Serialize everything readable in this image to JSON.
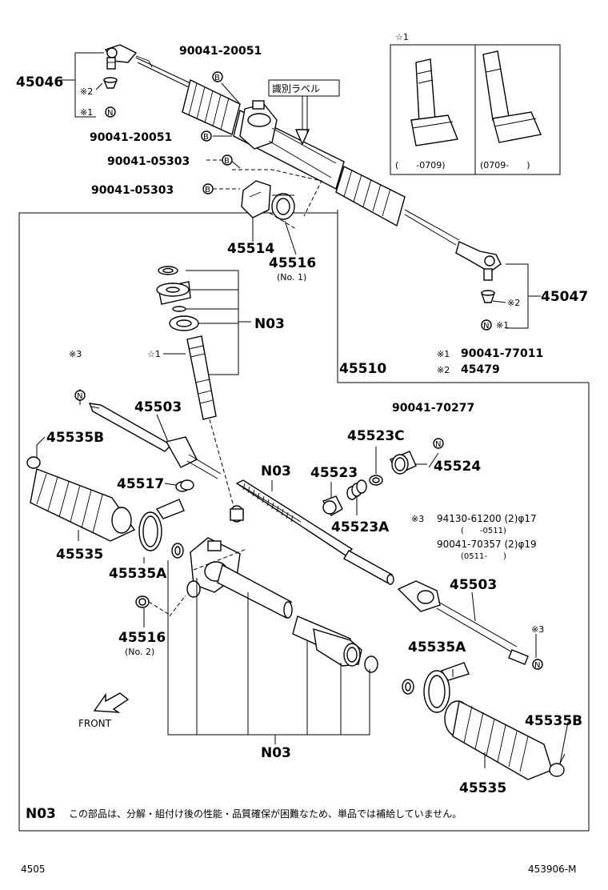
{
  "parts": {
    "p45046": "45046",
    "p45047": "45047",
    "p45510": "45510",
    "p45514": "45514",
    "p45516_top": "45516",
    "p45516_top_note": "(No. 1)",
    "p45516_bottom": "45516",
    "p45516_bottom_note": "(No. 2)",
    "p45503_left": "45503",
    "p45503_right": "45503",
    "p45535b_left": "45535B",
    "p45535b_right": "45535B",
    "p45535_left": "45535",
    "p45535_right": "45535",
    "p45535a_left": "45535A",
    "p45535a_right": "45535A",
    "p45517": "45517",
    "p45523": "45523",
    "p45523a": "45523A",
    "p45523c": "45523C",
    "p45524": "45524",
    "n03_upper": "N03",
    "n03_middle": "N03",
    "n03_bottom": "N03",
    "bolt_20051_a": "90041-20051",
    "bolt_20051_b": "90041-20051",
    "bolt_05303_a": "90041-05303",
    "bolt_05303_b": "90041-05303",
    "bolt_70277": "90041-70277"
  },
  "markers": {
    "b": "B",
    "n": "N",
    "ref1": "※1",
    "ref2": "※2",
    "ref3": "※3",
    "star1": "☆1"
  },
  "identification_label": "識別ラベル",
  "inset": {
    "title": "☆1",
    "left_range": "(　　-0709)",
    "right_range": "(0709-　　)"
  },
  "legend": {
    "item1_mark": "※1",
    "item1_part": "90041-77011",
    "item2_mark": "※2",
    "item2_part": "45479",
    "item3_mark": "※3",
    "item3_line1": "94130-61200 (2)φ17",
    "item3_line1_range": "(　　-0511)",
    "item3_line2": "90041-70357 (2)φ19",
    "item3_line2_range": "(0511-　　)"
  },
  "front_label": "FRONT",
  "footnote": {
    "code": "N03",
    "text": "この部品は、分解・組付け後の性能・品質確保が困難なため、単品では補給していません。"
  },
  "footer": {
    "left": "4505",
    "right": "453906-M"
  }
}
